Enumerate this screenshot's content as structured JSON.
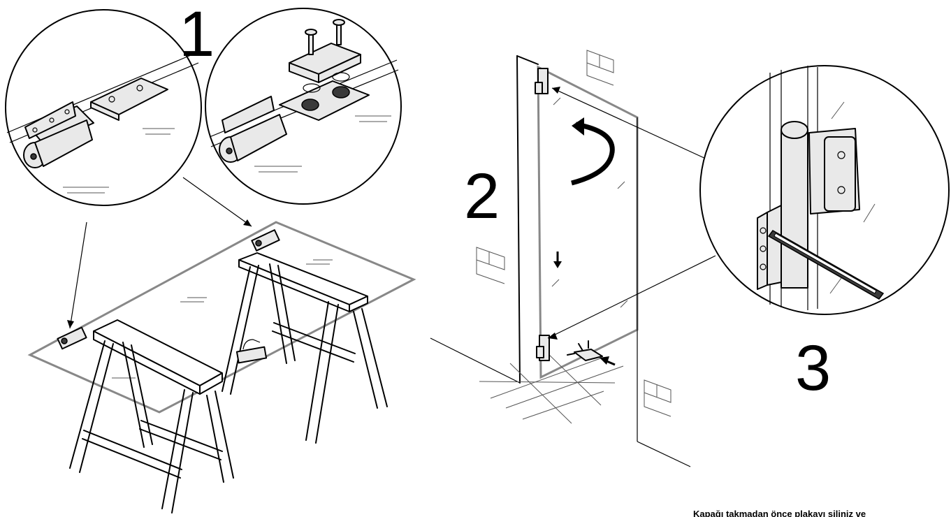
{
  "steps": [
    {
      "number": "1"
    },
    {
      "number": "2"
    },
    {
      "number": "3"
    }
  ],
  "caption": "Kapağı takmadan önce plakayı siliniz ve"
}
